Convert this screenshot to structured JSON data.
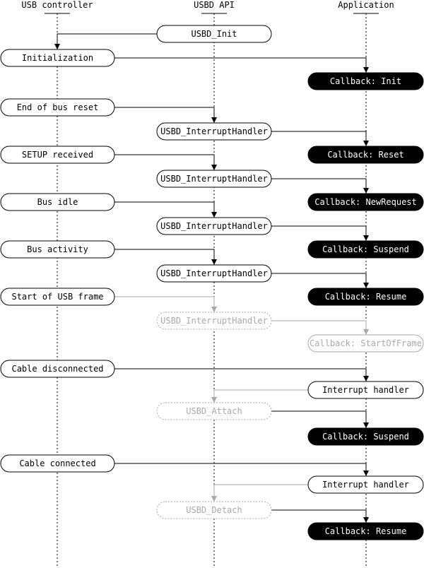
{
  "colors": {
    "ink": "#000000",
    "faded": "#aaaaaa",
    "paper": "#ffffff"
  },
  "lanes": [
    {
      "id": "ctrl",
      "label": "USB controller"
    },
    {
      "id": "api",
      "label": "USBD API"
    },
    {
      "id": "app",
      "label": "Application"
    }
  ],
  "nodes": [
    {
      "id": "n_init_api",
      "lane": "api",
      "label": "USBD_Init",
      "style": "normal"
    },
    {
      "id": "n_init_ctrl",
      "lane": "ctrl",
      "label": "Initialization",
      "style": "normal"
    },
    {
      "id": "n_cb_init",
      "lane": "app",
      "label": "Callback: Init",
      "style": "filled"
    },
    {
      "id": "n_busreset",
      "lane": "ctrl",
      "label": "End of bus reset",
      "style": "normal"
    },
    {
      "id": "n_ih1",
      "lane": "api",
      "label": "USBD_InterruptHandler",
      "style": "normal"
    },
    {
      "id": "n_cb_reset",
      "lane": "app",
      "label": "Callback: Reset",
      "style": "filled"
    },
    {
      "id": "n_setup",
      "lane": "ctrl",
      "label": "SETUP received",
      "style": "normal"
    },
    {
      "id": "n_ih2",
      "lane": "api",
      "label": "USBD_InterruptHandler",
      "style": "normal"
    },
    {
      "id": "n_cb_newreq",
      "lane": "app",
      "label": "Callback: NewRequest",
      "style": "filled"
    },
    {
      "id": "n_busidle",
      "lane": "ctrl",
      "label": "Bus idle",
      "style": "normal"
    },
    {
      "id": "n_ih3",
      "lane": "api",
      "label": "USBD_InterruptHandler",
      "style": "normal"
    },
    {
      "id": "n_cb_suspend1",
      "lane": "app",
      "label": "Callback: Suspend",
      "style": "filled"
    },
    {
      "id": "n_busact",
      "lane": "ctrl",
      "label": "Bus activity",
      "style": "normal"
    },
    {
      "id": "n_ih4",
      "lane": "api",
      "label": "USBD_InterruptHandler",
      "style": "normal"
    },
    {
      "id": "n_cb_resume1",
      "lane": "app",
      "label": "Callback: Resume",
      "style": "filled"
    },
    {
      "id": "n_sof",
      "lane": "ctrl",
      "label": "Start of USB frame",
      "style": "normal"
    },
    {
      "id": "n_ih5",
      "lane": "api",
      "label": "USBD_InterruptHandler",
      "style": "faded"
    },
    {
      "id": "n_cb_sof",
      "lane": "app",
      "label": "Callback: StartOfFrame",
      "style": "faded"
    },
    {
      "id": "n_disc",
      "lane": "ctrl",
      "label": "Cable disconnected",
      "style": "normal"
    },
    {
      "id": "n_irq1",
      "lane": "app",
      "label": "Interrupt handler",
      "style": "normal"
    },
    {
      "id": "n_attach",
      "lane": "api",
      "label": "USBD_Attach",
      "style": "faded"
    },
    {
      "id": "n_cb_suspend2",
      "lane": "app",
      "label": "Callback: Suspend",
      "style": "filled"
    },
    {
      "id": "n_conn",
      "lane": "ctrl",
      "label": "Cable connected",
      "style": "normal"
    },
    {
      "id": "n_irq2",
      "lane": "app",
      "label": "Interrupt handler",
      "style": "normal"
    },
    {
      "id": "n_detach",
      "lane": "api",
      "label": "USBD_Detach",
      "style": "faded"
    },
    {
      "id": "n_cb_resume2",
      "lane": "app",
      "label": "Callback: Resume",
      "style": "filled"
    }
  ],
  "edges": [
    {
      "from": "n_init_api",
      "to": "n_init_ctrl",
      "style": "normal"
    },
    {
      "from": "n_init_ctrl",
      "to": "n_cb_init",
      "style": "normal"
    },
    {
      "from": "n_busreset",
      "to": "n_ih1",
      "style": "normal"
    },
    {
      "from": "n_ih1",
      "to": "n_cb_reset",
      "style": "normal"
    },
    {
      "from": "n_setup",
      "to": "n_ih2",
      "style": "normal"
    },
    {
      "from": "n_ih2",
      "to": "n_cb_newreq",
      "style": "normal"
    },
    {
      "from": "n_busidle",
      "to": "n_ih3",
      "style": "normal"
    },
    {
      "from": "n_ih3",
      "to": "n_cb_suspend1",
      "style": "normal"
    },
    {
      "from": "n_busact",
      "to": "n_ih4",
      "style": "normal"
    },
    {
      "from": "n_ih4",
      "to": "n_cb_resume1",
      "style": "normal"
    },
    {
      "from": "n_sof",
      "to": "n_ih5",
      "style": "faded"
    },
    {
      "from": "n_ih5",
      "to": "n_cb_sof",
      "style": "faded"
    },
    {
      "from": "n_disc",
      "to": "n_irq1",
      "style": "normal"
    },
    {
      "from": "n_irq1",
      "to": "n_attach",
      "style": "faded"
    },
    {
      "from": "n_attach",
      "to": "n_cb_suspend2",
      "style": "normal"
    },
    {
      "from": "n_conn",
      "to": "n_irq2",
      "style": "normal"
    },
    {
      "from": "n_irq2",
      "to": "n_detach",
      "style": "faded"
    },
    {
      "from": "n_detach",
      "to": "n_cb_resume2",
      "style": "normal"
    }
  ]
}
